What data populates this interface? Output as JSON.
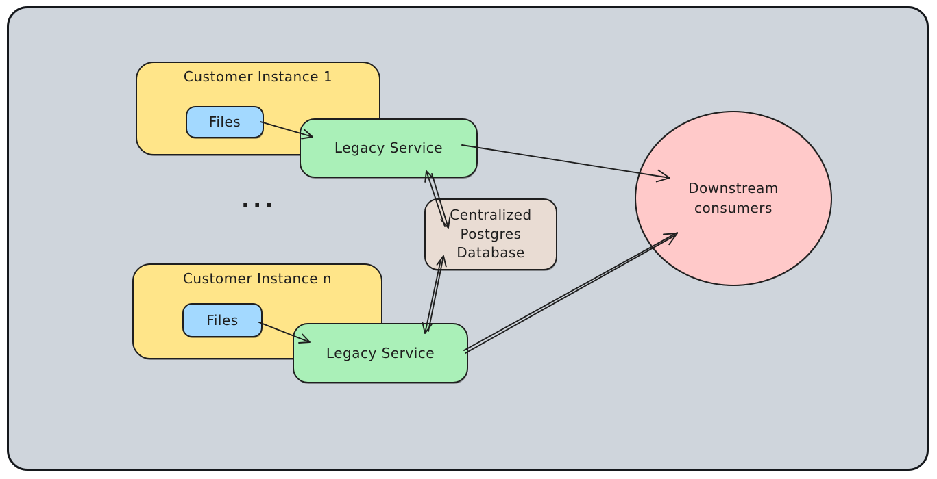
{
  "colors": {
    "page": "#ffffff",
    "canvas": "#cfd5dc",
    "stroke": "#1f1f1f",
    "text": "#1e1e1e"
  },
  "nodes": {
    "customer_instance_1": {
      "label": "Customer Instance 1",
      "fill": "#ffe589"
    },
    "files_1": {
      "label": "Files",
      "fill": "#a3d9ff"
    },
    "legacy_service_1": {
      "label": "Legacy Service",
      "fill": "#aaf0b8"
    },
    "ellipsis": {
      "label": "..."
    },
    "customer_instance_n": {
      "label": "Customer Instance n",
      "fill": "#ffe589"
    },
    "files_n": {
      "label": "Files",
      "fill": "#a3d9ff"
    },
    "legacy_service_n": {
      "label": "Legacy Service",
      "fill": "#aaf0b8"
    },
    "database": {
      "label": "Centralized\nPostgres\nDatabase",
      "fill": "#e9dcd3"
    },
    "downstream_consumers": {
      "label": "Downstream\nconsumers",
      "fill": "#ffc9c9"
    }
  },
  "edges": [
    {
      "name": "files-1-to-legacy-service-1",
      "from": "files_1",
      "to": "legacy_service_1",
      "direction": "one-way"
    },
    {
      "name": "files-n-to-legacy-service-n",
      "from": "files_n",
      "to": "legacy_service_n",
      "direction": "one-way"
    },
    {
      "name": "legacy-service-1-to-downstream-consumers",
      "from": "legacy_service_1",
      "to": "downstream_consumers",
      "direction": "one-way"
    },
    {
      "name": "legacy-service-n-to-downstream-consumers",
      "from": "legacy_service_n",
      "to": "downstream_consumers",
      "direction": "one-way"
    },
    {
      "name": "legacy-service-1-to-database",
      "from": "legacy_service_1",
      "to": "database",
      "direction": "two-way"
    },
    {
      "name": "legacy-service-n-to-database",
      "from": "legacy_service_n",
      "to": "database",
      "direction": "two-way"
    }
  ]
}
